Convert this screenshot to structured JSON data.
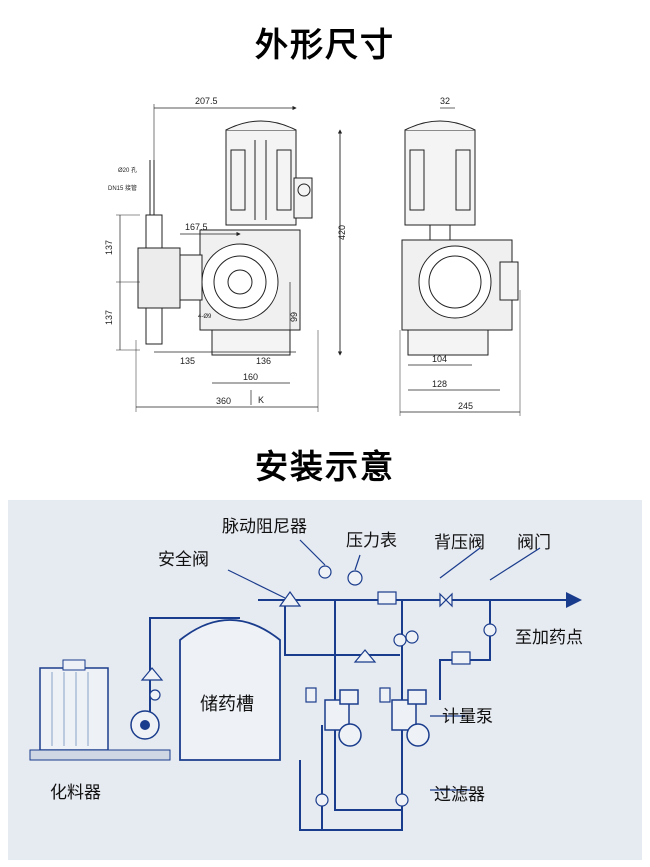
{
  "titles": {
    "dimensions": "外形尺寸",
    "installation": "安装示意"
  },
  "front_view": {
    "dims": {
      "top_width": "207.5",
      "offset": "167.5",
      "height_total": "420",
      "upper_h": "137",
      "lower_h": "137",
      "center_h": "99",
      "left_w": "135",
      "right_w": "136",
      "base_w": "160",
      "total_w": "360",
      "bolt": "4-Ø9",
      "hole": "Ø20 孔",
      "pipe": "DN15 接管",
      "k": "K"
    }
  },
  "side_view": {
    "dims": {
      "top": "32",
      "inner": "104",
      "base": "128",
      "total": "245"
    }
  },
  "installation": {
    "labels": {
      "damper": "脉动阻尼器",
      "gauge": "压力表",
      "safety_valve": "安全阀",
      "back_pressure": "背压阀",
      "valve": "阀门",
      "to_dosing": "至加药点",
      "tank": "储药槽",
      "pump": "计量泵",
      "mixer": "化料器",
      "filter": "过滤器"
    },
    "colors": {
      "pipe": "#1a3c8c",
      "arrow": "#1a3c8c",
      "panel": "#e6eaf1"
    }
  }
}
